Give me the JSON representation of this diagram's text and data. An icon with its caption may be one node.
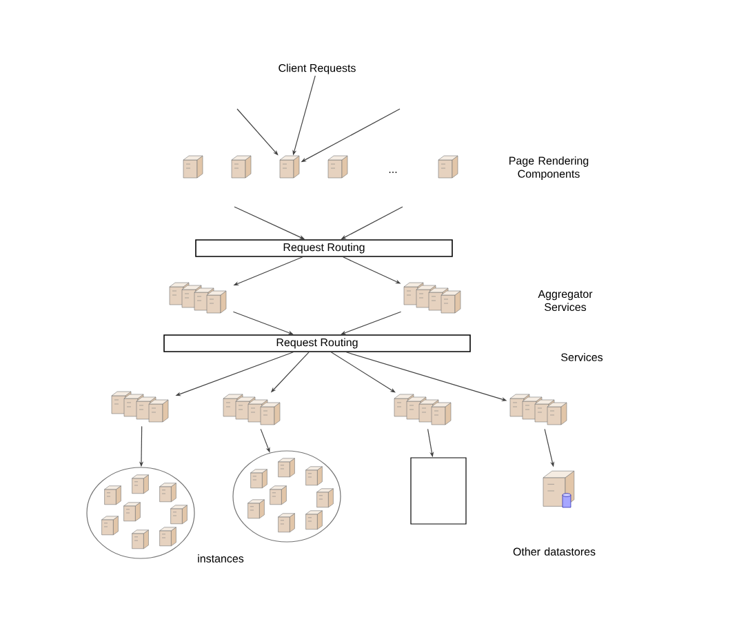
{
  "diagram": {
    "nodes": [
      {
        "text": [
          "Client Requests"
        ]
      },
      {
        "text": [],
        "shape": "server"
      },
      {
        "text": [],
        "shape": "server"
      },
      {
        "text": [],
        "shape": "server"
      },
      {
        "text": [],
        "shape": "server"
      },
      {
        "text": [],
        "shape": "server"
      },
      {
        "text": [
          "Request Routing"
        ]
      },
      {
        "text": [],
        "shape": "server"
      },
      {
        "text": [],
        "shape": "server"
      },
      {
        "text": [
          "Request Routing"
        ]
      },
      {
        "text": [],
        "shape": "server"
      },
      {
        "text": [],
        "shape": "server"
      },
      {
        "text": [],
        "shape": "server"
      },
      {
        "text": [],
        "shape": "server"
      },
      {
        "text": [],
        "shape": "circle"
      },
      {
        "text": [],
        "shape": "circle"
      },
      {
        "text": [],
        "shape": "box"
      },
      {
        "text": [],
        "shape": "cylinder"
      }
    ],
    "edges": [
      {
        "from": null,
        "to": 3,
        "arrow": "to"
      },
      {
        "from": 0,
        "to": 3,
        "arrow": "to"
      },
      {
        "from": null,
        "to": 3,
        "arrow": "to"
      },
      {
        "from": null,
        "to": 6,
        "arrow": "to"
      },
      {
        "from": null,
        "to": 6,
        "arrow": "to"
      },
      {
        "from": 6,
        "to": 7,
        "arrow": "to"
      },
      {
        "from": 6,
        "to": 8,
        "arrow": "to"
      },
      {
        "from": 7,
        "to": 9,
        "arrow": "to"
      },
      {
        "from": 8,
        "to": 9,
        "arrow": "to"
      },
      {
        "from": 9,
        "to": 10,
        "arrow": "to"
      },
      {
        "from": 9,
        "to": 11,
        "arrow": "to"
      },
      {
        "from": 9,
        "to": 12,
        "arrow": "to"
      },
      {
        "from": 9,
        "to": 13,
        "arrow": "to"
      },
      {
        "from": 10,
        "to": 14,
        "arrow": "to"
      },
      {
        "from": 11,
        "to": 15,
        "arrow": "to"
      },
      {
        "from": 12,
        "to": 16,
        "arrow": "to"
      },
      {
        "from": 13,
        "to": 17,
        "arrow": "to"
      }
    ],
    "labels": [
      "...",
      "Page Rendering Components",
      "Aggregator Services",
      "Services",
      "instances",
      "Other datastores"
    ]
  }
}
